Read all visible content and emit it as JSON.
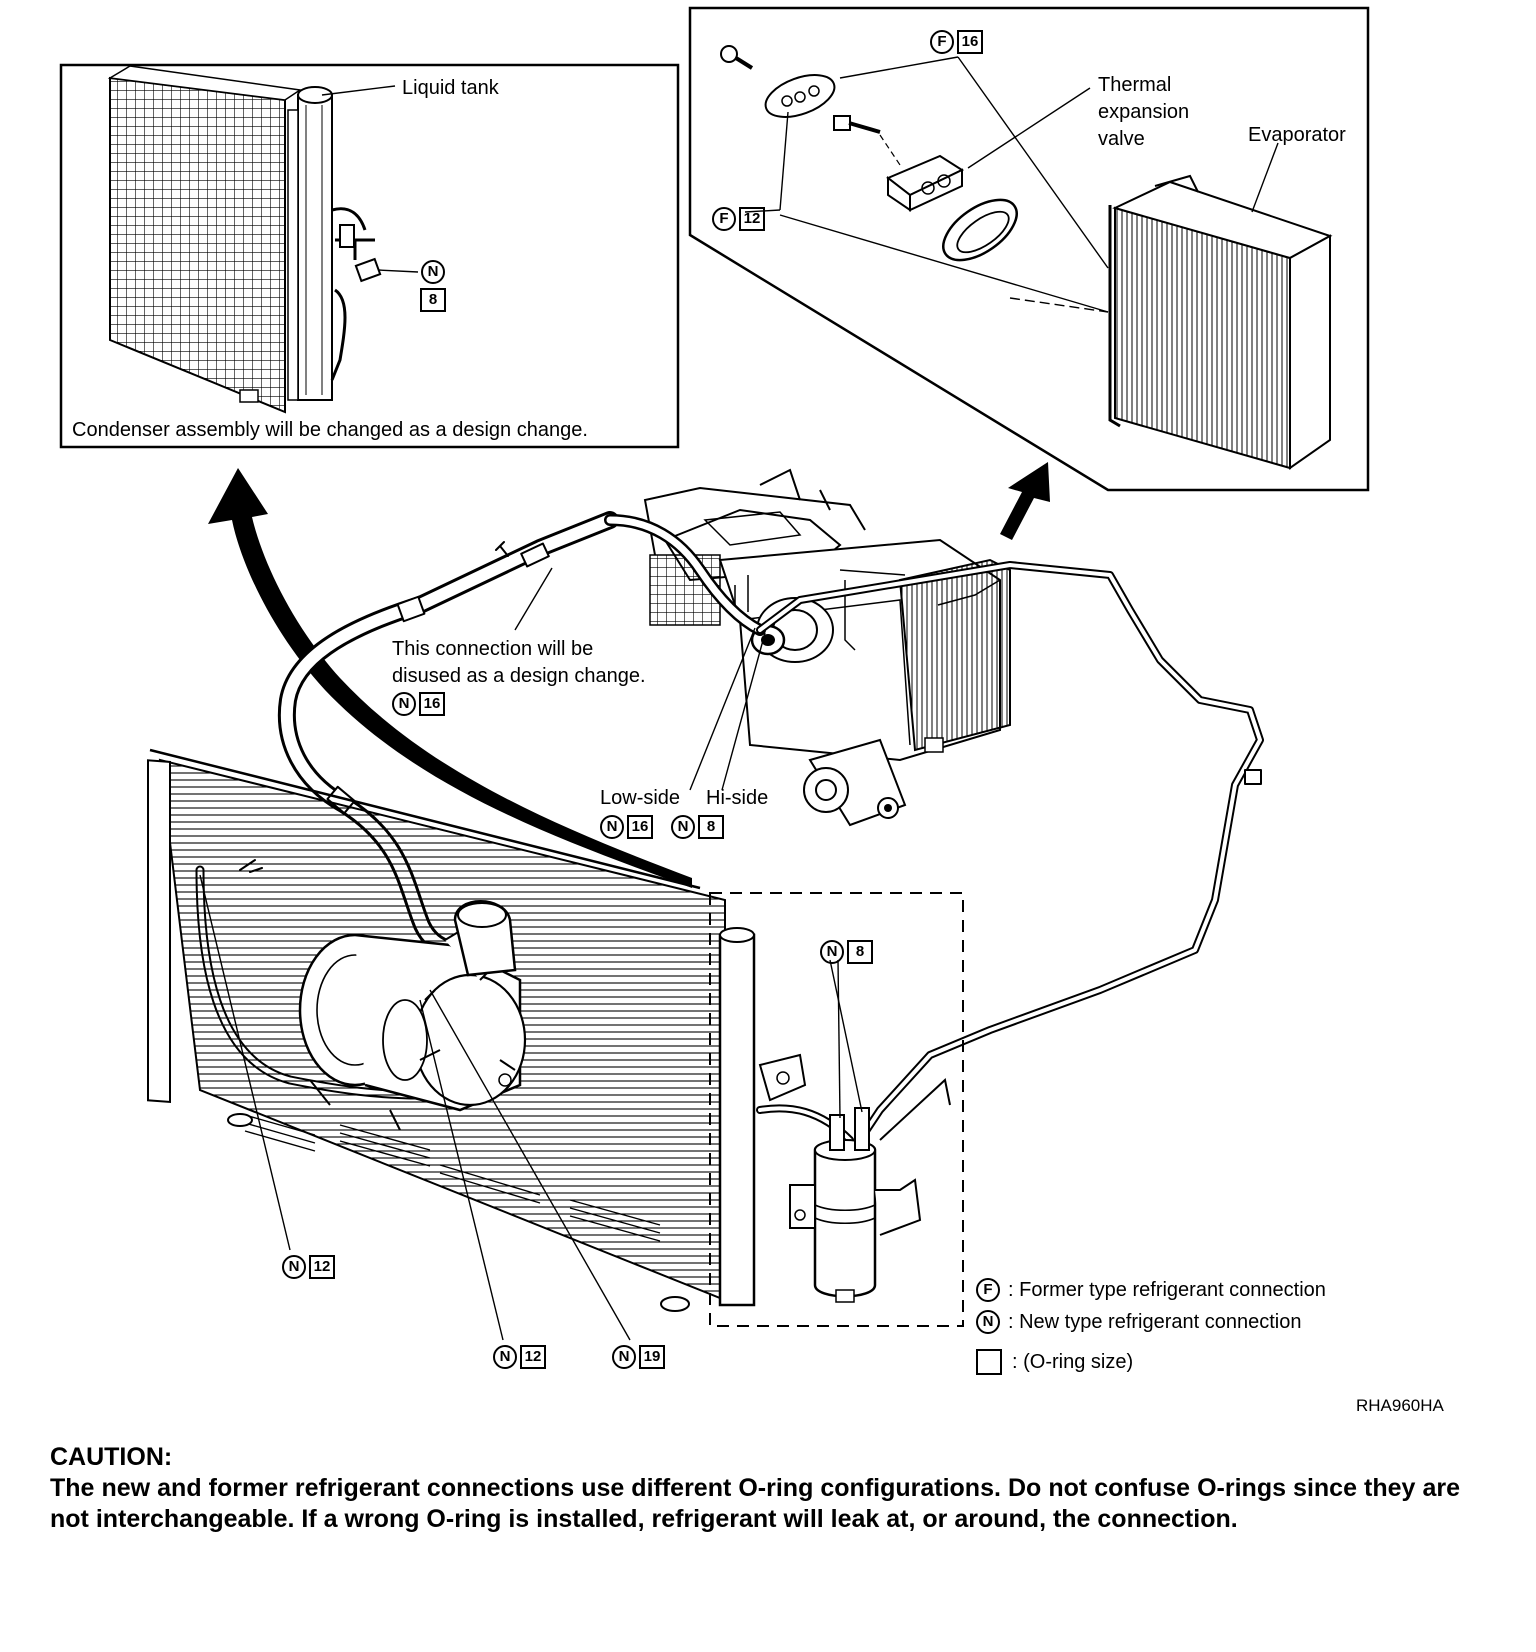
{
  "labels": {
    "liquid_tank": "Liquid tank",
    "condenser_note": "Condenser assembly will be changed as a design change.",
    "thermal_line1": "Thermal",
    "thermal_line2": "expansion",
    "thermal_line3": "valve",
    "evaporator": "Evaporator",
    "disused_line1": "This connection will be",
    "disused_line2": "disused as a design change.",
    "low_side": "Low-side",
    "hi_side": "Hi-side",
    "figure_code": "RHA960HA"
  },
  "markers": {
    "former": "F",
    "new": "N",
    "tank_size": "8",
    "evap_top_size": "16",
    "evap_left_size": "12",
    "disused_size": "16",
    "low_size": "16",
    "hi_size": "8",
    "receiver_size": "8",
    "cond_pipe_size": "12",
    "comp_a_size": "12",
    "comp_b_size": "19"
  },
  "legend": {
    "former_text": ": Former type refrigerant connection",
    "new_text": ": New type refrigerant connection",
    "oring_text": ": (O-ring size)"
  },
  "caution": {
    "title": "CAUTION:",
    "body": "The new and former refrigerant connections use different O-ring configurations. Do not confuse O-rings since they are not interchangeable. If a wrong O-ring is installed, refrigerant will leak at, or around, the connection."
  }
}
